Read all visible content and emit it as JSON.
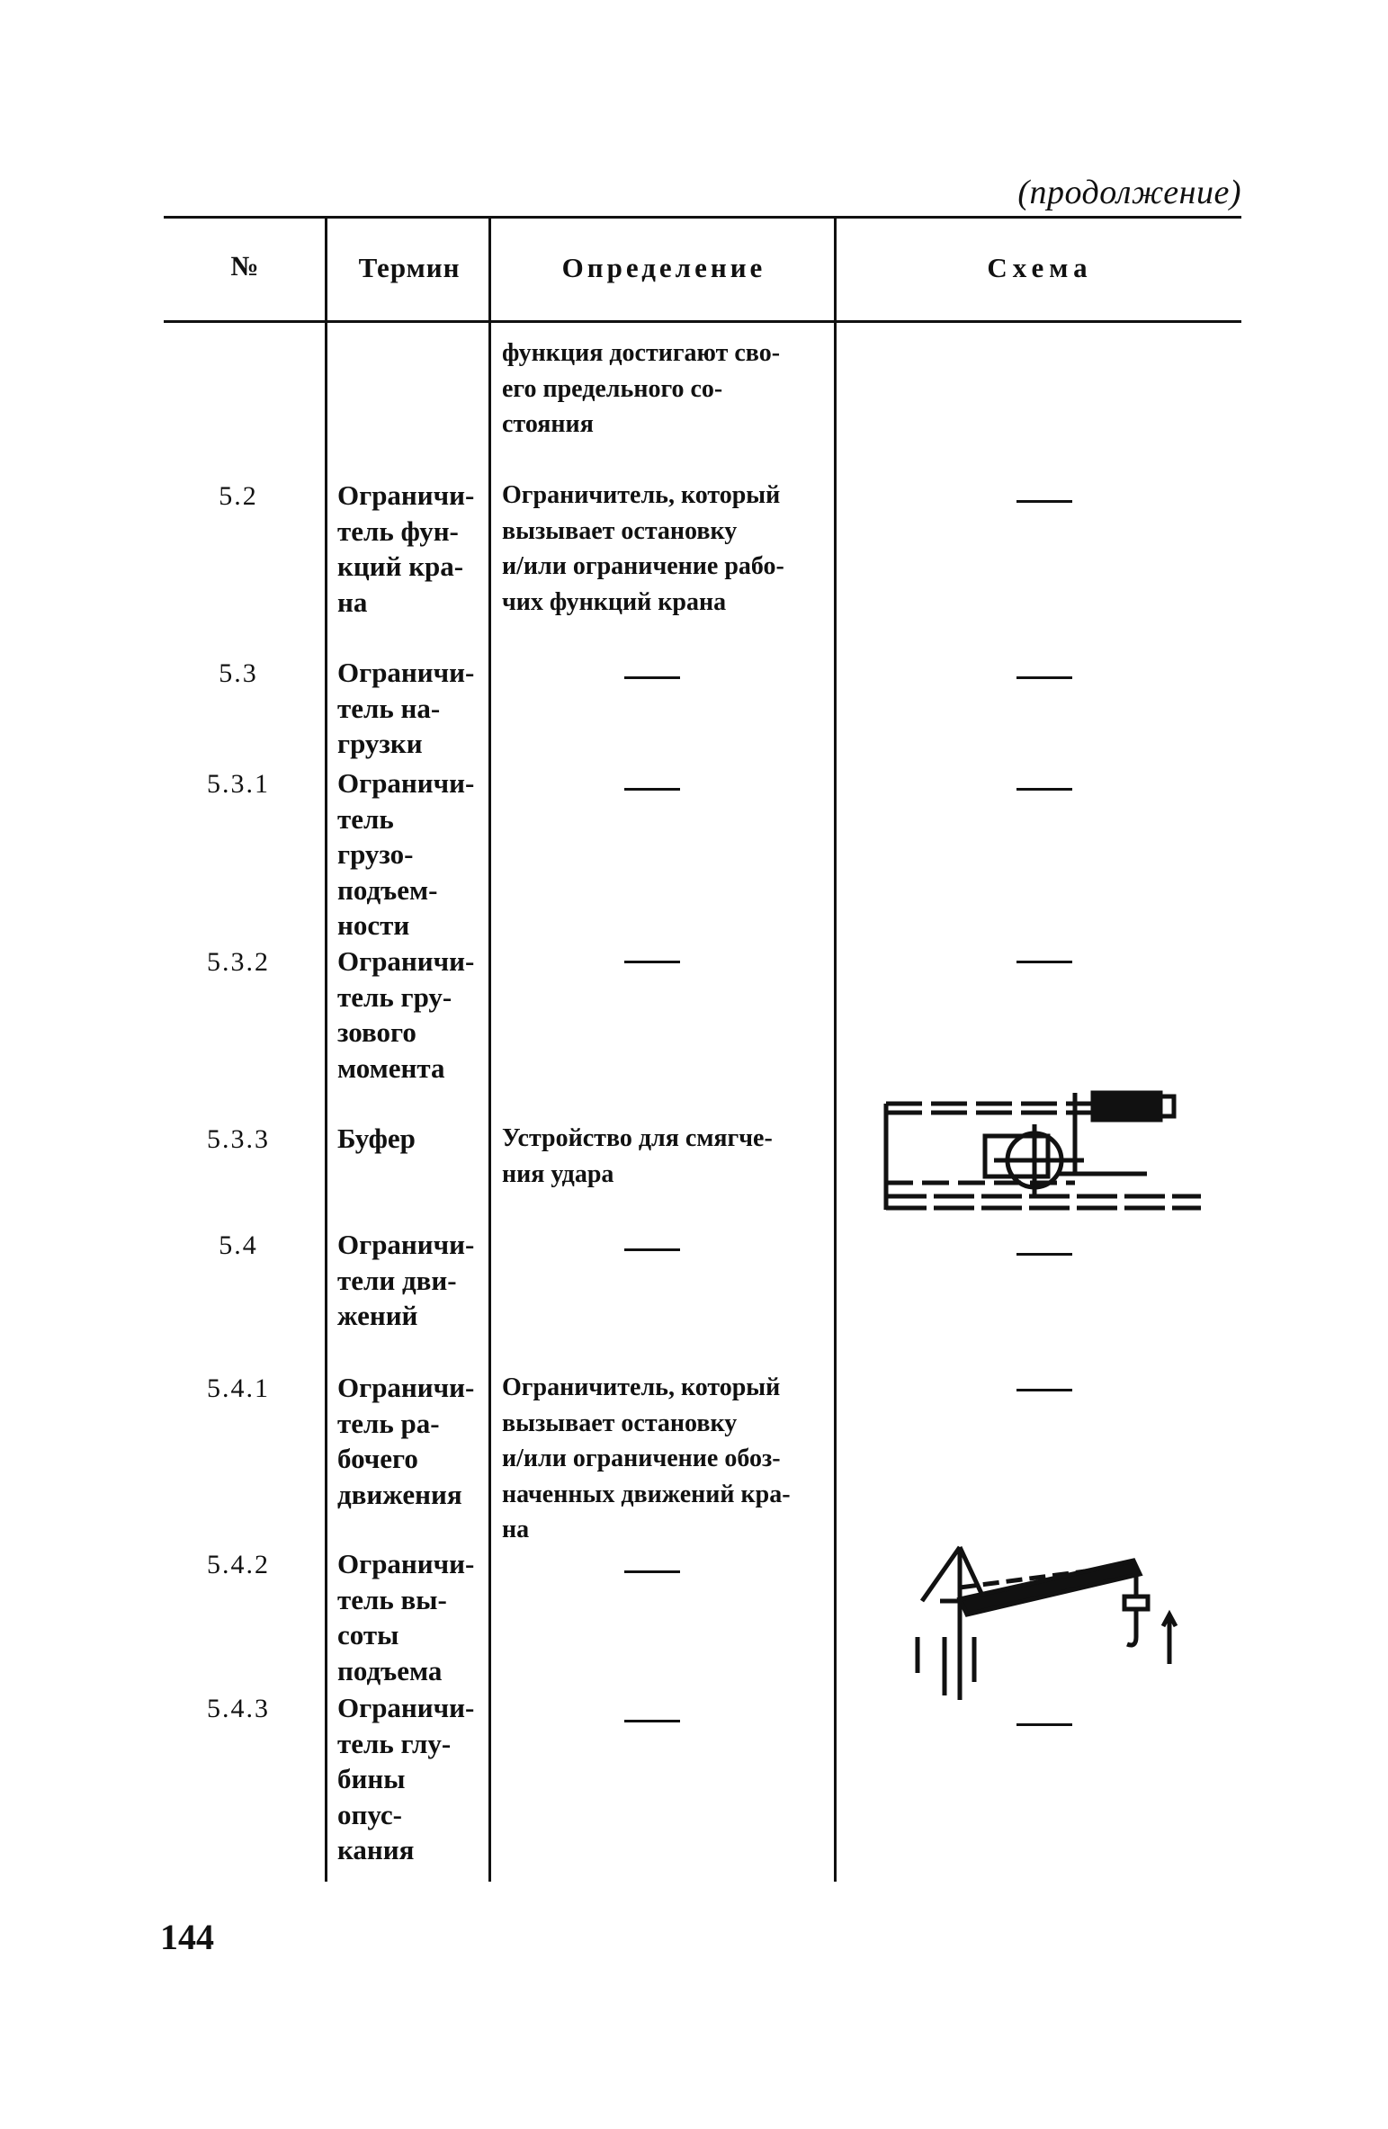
{
  "page": {
    "continuation_label": "(продолжение)",
    "page_number": "144"
  },
  "table": {
    "headers": {
      "no": "№",
      "term": "Термин",
      "definition": "Определение",
      "schema": "Схема"
    },
    "rows": [
      {
        "no": "",
        "term": "",
        "definition": "функция достигают сво-\nего предельного со-\nстояния",
        "schema": ""
      },
      {
        "no": "5.2",
        "term": "Ограничи-\nтель фун-\nкций кра-\nна",
        "definition": "Ограничитель, который\nвызывает остановку\nи/или ограничение рабо-\nчих функций крана",
        "schema": "—"
      },
      {
        "no": "5.3",
        "term": "Ограничи-\nтель на-\nгрузки",
        "definition": "—",
        "schema": "—"
      },
      {
        "no": "5.3.1",
        "term": "Ограничи-\nтель\nгрузо-\nподъем-\nности",
        "definition": "—",
        "schema": "—"
      },
      {
        "no": "5.3.2",
        "term": "Ограничи-\nтель гру-\nзового\nмомента",
        "definition": "—",
        "schema": "—"
      },
      {
        "no": "5.3.3",
        "term": "Буфер",
        "definition": "Устройство для смягче-\nния удара",
        "schema": "buffer-diagram"
      },
      {
        "no": "5.4",
        "term": "Ограничи-\nтели дви-\nжений",
        "definition": "—",
        "schema": "—"
      },
      {
        "no": "5.4.1",
        "term": "Ограничи-\nтель ра-\nбочего\nдвижения",
        "definition": "Ограничитель, который\nвызывает остановку\nи/или ограничение обоз-\nначенных движений кра-\nна",
        "schema": "—"
      },
      {
        "no": "5.4.2",
        "term": "Ограничи-\nтель вы-\nсоты\nподъема",
        "definition": "—",
        "schema": "crane-height-diagram"
      },
      {
        "no": "5.4.3",
        "term": "Ограничи-\nтель глу-\nбины\nопус-\nкания",
        "definition": "—",
        "schema": "—"
      }
    ]
  }
}
